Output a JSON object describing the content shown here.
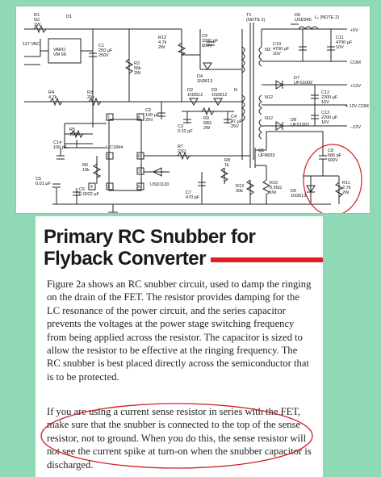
{
  "schematic": {
    "r1": "R1\n5Ω\n1W",
    "d1": "D1",
    "ac_input": "117 VAC",
    "varo": "VARO\nVM 68",
    "c1": "C1\n250 µF\n250V",
    "r2": "R2\n56k\n2W",
    "r12": "R12\n4.7k\n2W",
    "c9": "C9\n3300 pF\n600V",
    "d4": "D4\n1N3613",
    "d6": "D6\nUSD945",
    "l1": "L₁ (NOTE 2)",
    "t1": "T1\n(NOTE 2)",
    "n3": "N3",
    "c10": "C10\n4700 µF\n10V",
    "c11": "C11\n4700 µF\n10V",
    "out_5v": "+5V",
    "out_com": "COM",
    "d7": "D7\nUFS1002",
    "out_12v": "+12V",
    "c12": "C12\n2200 µF\n16V",
    "out_pm12": "± 12V COM",
    "n12_a": "N12",
    "n12_b": "N12",
    "c13": "C13\n2200 µF\n16V",
    "d8": "D8\nUFS1002",
    "out_m12": "−12V",
    "np": "N",
    "r4": "R4\n4.7k",
    "r3": "R3\n20k",
    "d2": "D2\n1N3612",
    "d3": "D3\n1N3612",
    "c2": "C2\n100 µF\n25V",
    "r9": "R9\n68Ω\n2W",
    "c3": "C3\n0.22 µF",
    "c4": "C4\n47 µF\n25V",
    "r5": "R5\n150k",
    "c14": "C14\n100 pF",
    "uc": "UC1844",
    "r6": "R6\n10k",
    "r7": "R7\n22Ω",
    "r8": "R8\n1k",
    "q1": "Q1\nUFN833",
    "c5": "C5\n0.01 µF",
    "c6": "C6\n0.0022 µF",
    "usd": "USD1120",
    "c7": "C7\n470 pF",
    "r13": "R13\n20k",
    "r10": "R10\n0.55Ω\n1W",
    "c8": "C8\n680 pF\n600V",
    "d5": "D5\n1N3613",
    "r11": "R11\n2.7k\n2W",
    "pins": [
      "7",
      "2",
      "1",
      "4",
      "8",
      "6",
      "3",
      "5"
    ]
  },
  "article": {
    "title_line1": "Primary RC Snubber for",
    "title_line2": "Flyback Converter",
    "paragraph1": "Figure 2a shows an RC snubber circuit, used to damp the ringing on the drain of the FET. The resistor provides damping for the LC resonance of the power circuit, and the series capacitor prevents the voltages at the power stage switching frequency from being applied across the resistor. The capacitor is sized to allow the resistor to be effective at the ringing frequency. The RC snubber is best placed directly across the semiconductor that is to be protected.",
    "paragraph2": "If you are using a current sense resistor in series with the FET, make sure that the snubber is connected to the top of the sense resistor, not to ground. When you do this, the sense resistor will not see the current spike at turn-on when the snubber capacitor is discharged."
  },
  "colors": {
    "background": "#8fd9b6",
    "accent_red": "#e31b23",
    "annotation_red": "#d0202a"
  }
}
